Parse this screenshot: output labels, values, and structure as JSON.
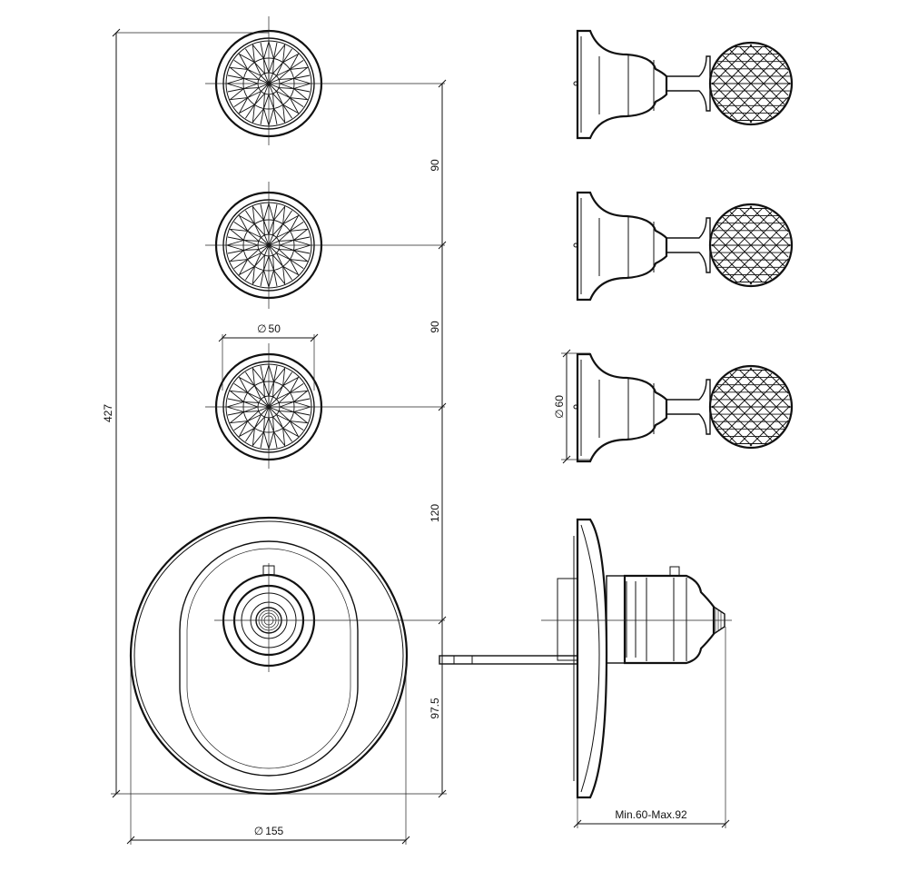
{
  "dimensions": {
    "total_height": "427",
    "spacing_1": "90",
    "spacing_2": "90",
    "spacing_3": "120",
    "spacing_4": "97.5",
    "knob_diameter": "50",
    "flange_diameter": "60",
    "plate_diameter": "155",
    "depth_range": "Min.60-Max.92"
  },
  "symbols": {
    "diameter": "∅"
  }
}
